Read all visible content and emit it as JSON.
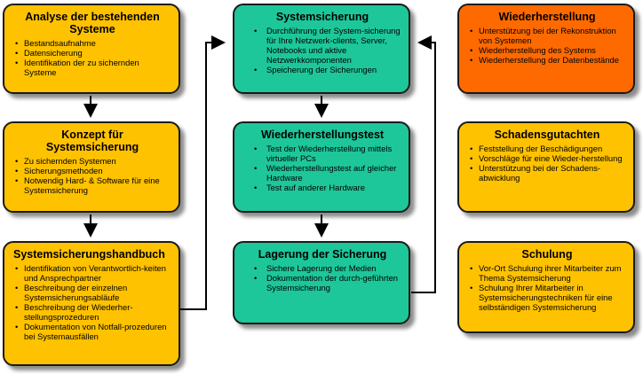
{
  "boxes": {
    "analyse": {
      "title": "Analyse der bestehenden Systeme",
      "items": [
        "Bestandsaufnahme",
        "Datensicherung",
        "Identifikation der zu sichernden Systeme"
      ]
    },
    "konzept": {
      "title": "Konzept für Systemsicherung",
      "items": [
        "Zu sichernden Systemen",
        "Sicherungsmethoden",
        "Notwendig Hard- & Software für eine Systemsicherung"
      ]
    },
    "handbuch": {
      "title": "Systemsicherungshandbuch",
      "items": [
        "Identifikation von Verantwortlich-keiten und Ansprechpartner",
        "Beschreibung der einzelnen Systemsicherungsabläufe",
        "Beschreibung der Wiederher-stellungsprozeduren",
        "Dokumentation von Notfall-prozeduren bei Systemausfällen"
      ]
    },
    "systemsicherung": {
      "title": "Systemsicherung",
      "items": [
        "Durchführung der System-sicherung für Ihre Netzwerk-clients, Server, Notebooks und aktive Netzwerkkomponenten",
        "Speicherung der Sicherungen"
      ]
    },
    "test": {
      "title": "Wiederherstellungstest",
      "items": [
        "Test der Wiederherstellung mittels virtueller PCs",
        "Wiederherstellungstest auf gleicher Hardware",
        "Test auf anderer Hardware"
      ]
    },
    "lagerung": {
      "title": "Lagerung der Sicherung",
      "items": [
        "Sichere Lagerung der Medien",
        "Dokumentation der durch-geführten Systemsicherung"
      ]
    },
    "wiederherstellung": {
      "title": "Wiederherstellung",
      "items": [
        "Unterstützung bei der Rekonstruktion von Systemen",
        "Wiederherstellung des Systems",
        "Wiederherstellung der Datenbestände"
      ]
    },
    "gutachten": {
      "title": "Schadensgutachten",
      "items": [
        "Feststellung der Beschädigungen",
        "Vorschläge für eine Wieder-herstellung",
        "Unterstützung bei der Schadens-abwicklung"
      ]
    },
    "schulung": {
      "title": "Schulung",
      "items": [
        "Vor-Ort Schulung ihrer Mitarbeiter zum Thema Systemsicherung",
        "Schulung Ihrer Mitarbeiter in Systemsicherungstechniken für eine selbständigen Systemsicherung"
      ]
    }
  },
  "colors": {
    "yellow": "#FFC200",
    "green": "#1DC79A",
    "orange": "#FF6A00"
  }
}
